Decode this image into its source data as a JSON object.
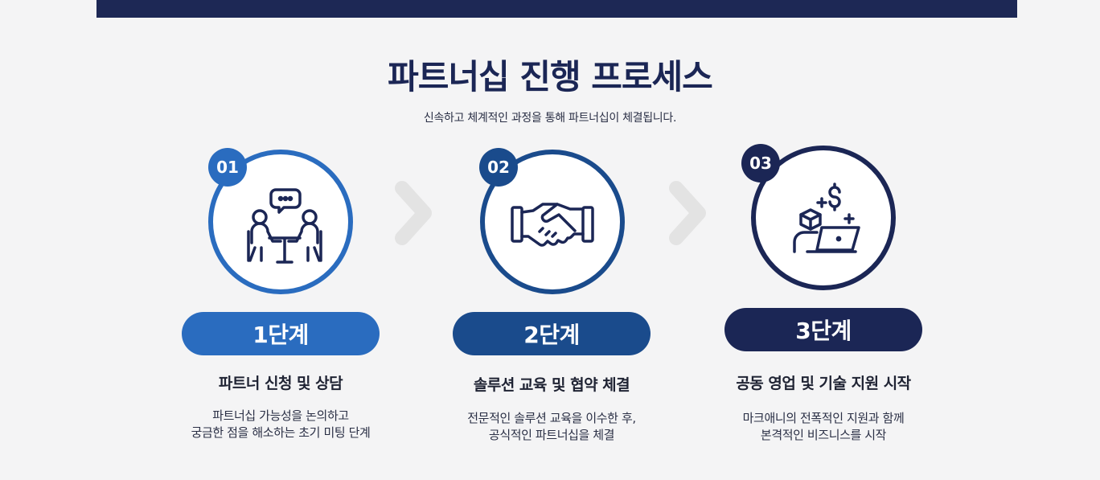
{
  "title": "파트너십 진행 프로세스",
  "subtitle": "신속하고 체계적인 과정을 통해 파트너십이 체결됩니다.",
  "colors": {
    "step1": "#2a6cbf",
    "step2": "#1a4b8c",
    "step3": "#1b2655",
    "chevron": "#e3e3e3",
    "background": "#f4f4f5"
  },
  "steps": [
    {
      "number": "01",
      "label": "1단계",
      "title": "파트너 신청 및 상담",
      "desc": [
        "파트너십 가능성을 논의하고",
        "궁금한 점을 해소하는 초기 미팅 단계"
      ],
      "icon": "meeting-icon"
    },
    {
      "number": "02",
      "label": "2단계",
      "title": "솔루션 교육 및 협약 체결",
      "desc": [
        "전문적인 솔루션 교육을 이수한 후,",
        "공식적인 파트너십을 체결"
      ],
      "icon": "handshake-icon"
    },
    {
      "number": "03",
      "label": "3단계",
      "title": "공동 영업 및 기술 지원 시작",
      "desc": [
        "마크애니의 전폭적인 지원과 함께",
        "본격적인 비즈니스를 시작"
      ],
      "icon": "business-laptop-icon"
    }
  ]
}
